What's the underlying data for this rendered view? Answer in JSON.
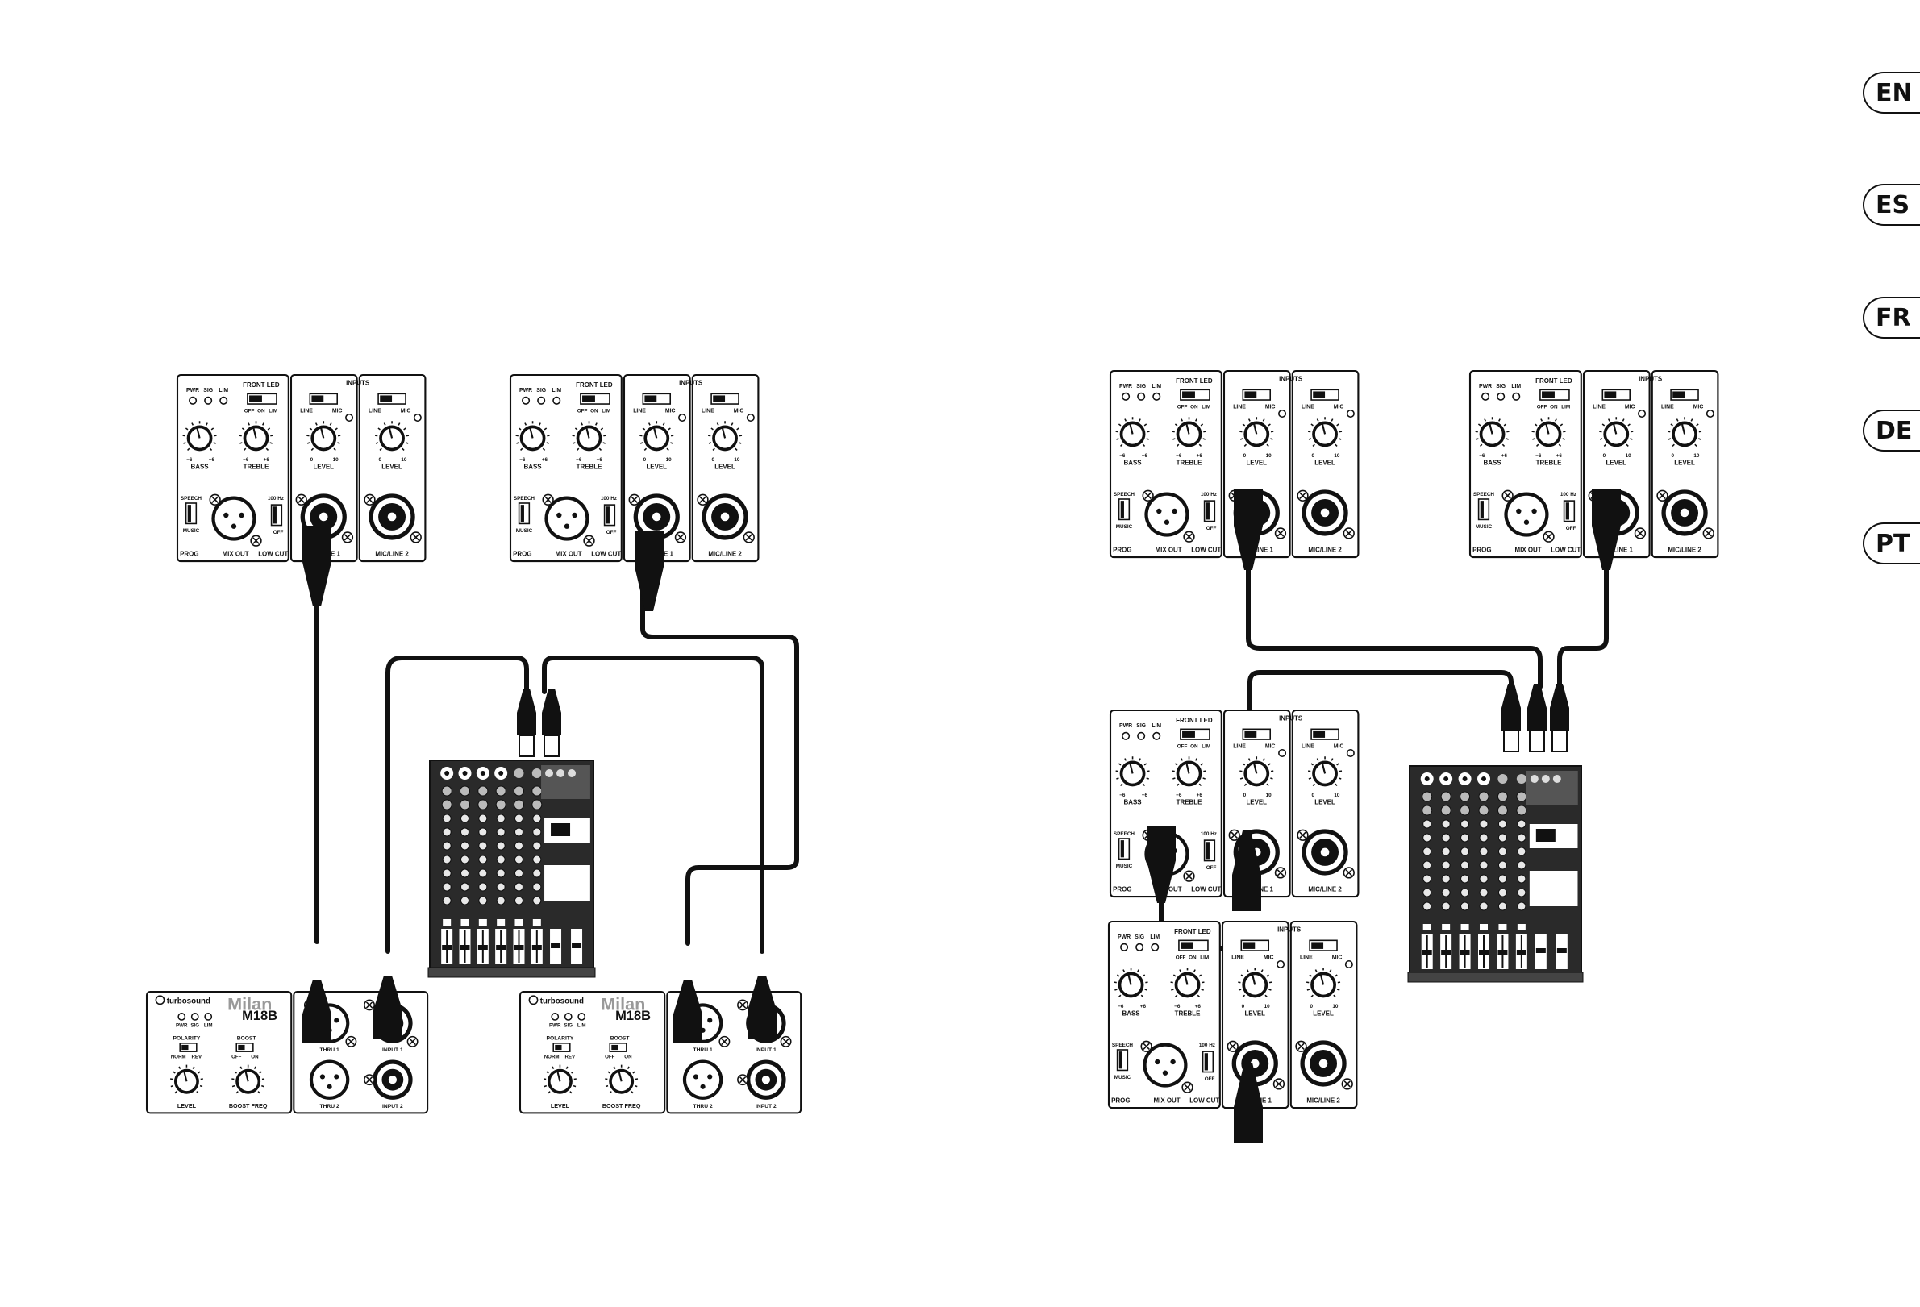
{
  "languages": [
    "EN",
    "ES",
    "FR",
    "DE",
    "PT"
  ],
  "speaker_panel": {
    "leds": [
      "PWR",
      "SIG",
      "LIM"
    ],
    "front_led": "FRONT LED",
    "front_led_positions": [
      "OFF",
      "ON",
      "LIM"
    ],
    "inputs": "INPUTS",
    "line": "LINE",
    "mic": "MIC",
    "bass": "BASS",
    "treble": "TREBLE",
    "level": "LEVEL",
    "eq_min": "−6",
    "eq_max": "+6",
    "level_min": "0",
    "level_max": "10",
    "speech": "SPEECH",
    "music": "MUSIC",
    "prog": "PROG",
    "mix_out": "MIX OUT",
    "low_cut": "LOW CUT",
    "low_cut_freq": "100 Hz",
    "low_cut_off": "OFF",
    "mic_line_1": "MIC/LINE 1",
    "mic_line_2": "MIC/LINE 2"
  },
  "sub_panel": {
    "brand": "turbosound",
    "series": "Milan",
    "model": "M18B",
    "leds": [
      "PWR",
      "SIG",
      "LIM"
    ],
    "polarity": "POLARITY",
    "polarity_positions": [
      "NORM",
      "REV"
    ],
    "boost": "BOOST",
    "boost_positions": [
      "OFF",
      "ON"
    ],
    "level": "LEVEL",
    "boost_freq": "BOOST FREQ",
    "thru_1": "THRU 1",
    "thru_2": "THRU 2",
    "input_1": "INPUT 1",
    "input_2": "INPUT 2"
  }
}
